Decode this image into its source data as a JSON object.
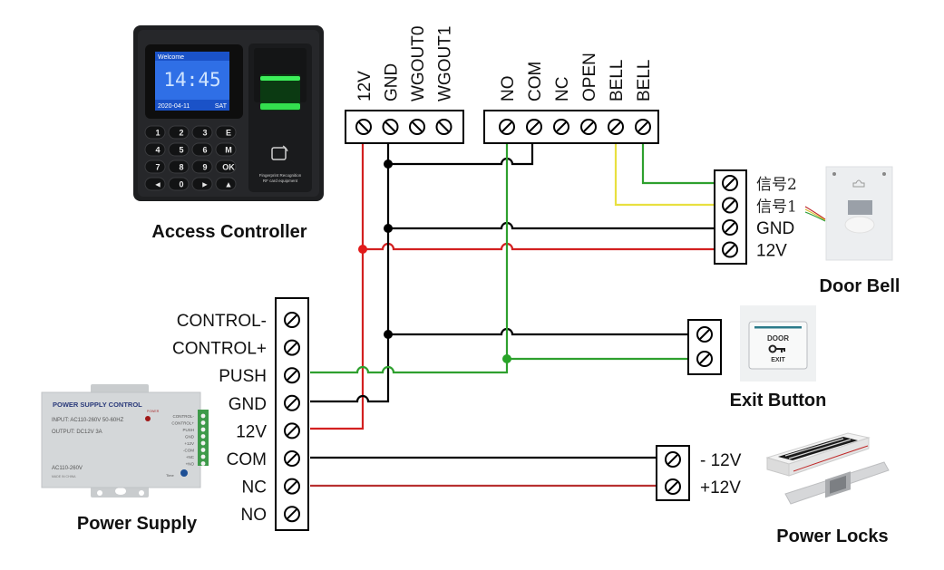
{
  "devices": {
    "access_controller": {
      "caption": "Access Controller",
      "screen": {
        "greeting": "Welcome",
        "time": "14:45",
        "date": "2020-04-11",
        "weekday": "SAT"
      },
      "keypad": [
        "1",
        "2",
        "3",
        "E",
        "4",
        "5",
        "6",
        "M",
        "7",
        "8",
        "9",
        "OK",
        "◄",
        "0",
        "►",
        "▲"
      ],
      "reader_text": [
        "Fingerprint Recognition",
        "RF card equipment"
      ]
    },
    "door_bell": {
      "caption": "Door Bell"
    },
    "exit_button": {
      "caption": "Exit Button",
      "face_top": "DOOR",
      "face_bottom": "EXIT"
    },
    "power_supply": {
      "caption": "Power Supply",
      "title": "POWER SUPPLY CONTROL",
      "input": "INPUT: AC110-260V 50-60HZ",
      "output": "OUTPUT: DC12V  3A",
      "model": "AC110-260V",
      "made_in": "MADE IN CHINA",
      "power_led": "POWER",
      "time_label": "Time",
      "side_labels": [
        "CONTROL-",
        "CONTROL+",
        "PUSH",
        "GND",
        "+12V",
        "-COM",
        "+NC",
        "+NO"
      ]
    },
    "power_locks": {
      "caption": "Power Locks"
    }
  },
  "terminals": {
    "controller_power": [
      "12V",
      "GND",
      "WGOUT0",
      "WGOUT1"
    ],
    "controller_relay": [
      "NO",
      "COM",
      "NC",
      "OPEN",
      "BELL",
      "BELL"
    ],
    "bell": [
      "信号2",
      "信号1",
      "GND",
      "12V"
    ],
    "exit": [
      "",
      ""
    ],
    "supply": [
      "CONTROL-",
      "CONTROL+",
      "PUSH",
      "GND",
      "12V",
      "COM",
      "NC",
      "NO"
    ],
    "lock": [
      "- 12V",
      "+12V"
    ]
  },
  "wire_colors": {
    "power": "#d32020",
    "ground": "#000000",
    "signal": "#2ea02e",
    "bell": "#e8e040",
    "lock_pos": "#b83030"
  }
}
